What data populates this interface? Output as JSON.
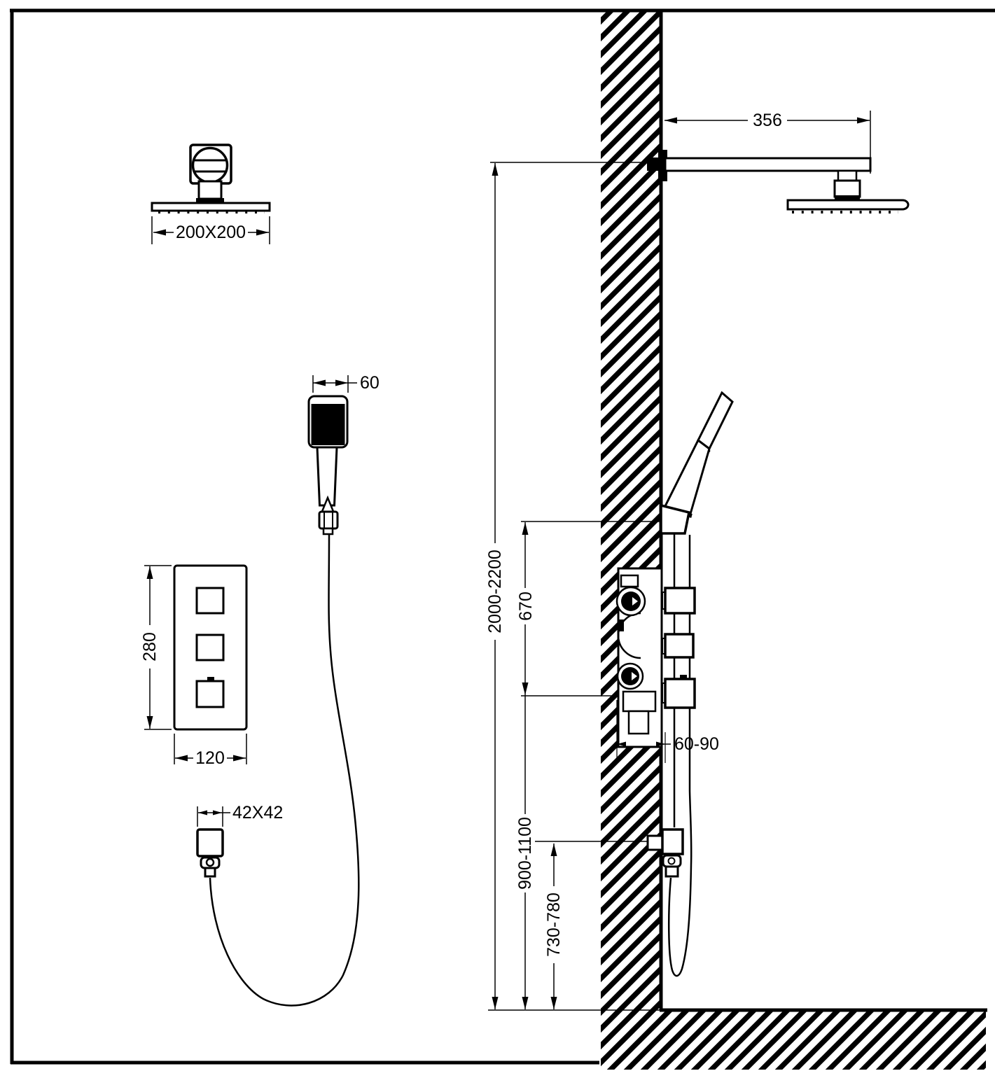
{
  "drawing": {
    "kind": "technical-installation-diagram",
    "subject": "concealed thermostatic shower system with overhead shower, hand shower, 3-function valve and wall outlet",
    "background": "#ffffff",
    "line_color": "#000000",
    "left_panel_components": [
      "overhead-shower-head-front-view",
      "hand-shower-front-view",
      "thermostatic-valve-trim-front-view",
      "wall-outlet-elbow-front-view",
      "shower-hose"
    ],
    "right_panel_components": [
      "wall-section-hatched",
      "ceiling-shower-arm",
      "overhead-shower-head-side-view",
      "hand-shower-in-wall-holder",
      "concealed-valve-body-side-view",
      "wall-outlet-side-view",
      "shower-hose-loop",
      "floor-line"
    ],
    "labels": {
      "overhead_size": "200X200",
      "handshower_width": "60",
      "panel_height": "280",
      "panel_width": "120",
      "outlet_size": "42X42",
      "arm_length": "356",
      "height_overall": "2000-2200",
      "valve_span": "670",
      "recess_depth": "60-90",
      "valve_height_range": "900-1100",
      "outlet_height_range": "730-780"
    }
  }
}
